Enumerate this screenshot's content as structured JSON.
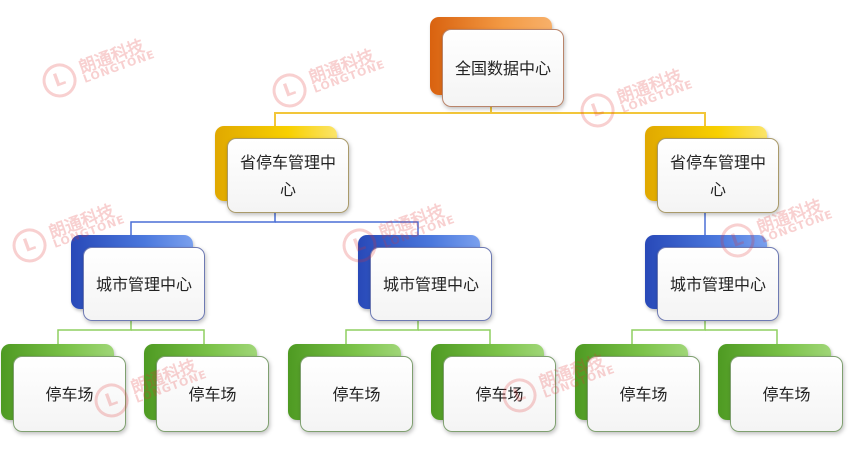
{
  "root": {
    "label": "全国数据中心"
  },
  "provincial": [
    {
      "label": "省停车管理中心"
    },
    {
      "label": "省停车管理中心"
    }
  ],
  "city": [
    {
      "label": "城市管理中心"
    },
    {
      "label": "城市管理中心"
    },
    {
      "label": "城市管理中心"
    }
  ],
  "parking": [
    {
      "label": "停车场"
    },
    {
      "label": "停车场"
    },
    {
      "label": "停车场"
    },
    {
      "label": "停车场"
    },
    {
      "label": "停车场"
    },
    {
      "label": "停车场"
    }
  ],
  "watermark": {
    "brand": "朗通科技",
    "latin": "LONGTONE",
    "symbol": "L"
  },
  "colors": {
    "root": "#f08a30",
    "provincial": "#f7c800",
    "city": "#3e66d6",
    "parking": "#6cbb3c",
    "connector_root": "#f2c63a",
    "connector_prov_left": "#4a6fd6",
    "connector_prov_right": "#4a6fd6",
    "connector_city": "#8fcf60"
  }
}
